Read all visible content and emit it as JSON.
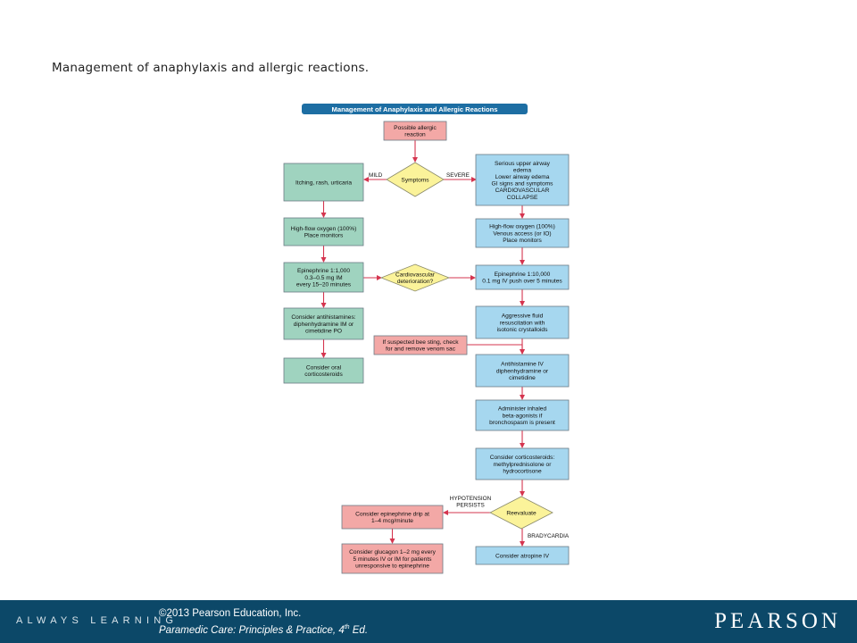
{
  "slide": {
    "title": "Management of anaphylaxis and allergic reactions."
  },
  "diagram": {
    "banner": "Management of Anaphylaxis and Allergic Reactions",
    "colors": {
      "banner": "#1d6ea3",
      "mild_fill": "#9fd3bf",
      "severe_fill": "#a6d7ef",
      "alert_fill": "#f3a8a6",
      "decision_fill": "#fbf39a",
      "arrow": "#d5354f"
    },
    "nodes": [
      {
        "id": "start",
        "shape": "rect",
        "color": "alert",
        "lines": [
          "Possible allergic",
          "reaction"
        ]
      },
      {
        "id": "symptoms",
        "shape": "diamond",
        "color": "decision",
        "lines": [
          "Symptoms"
        ]
      },
      {
        "id": "itching",
        "shape": "rect",
        "color": "mild",
        "lines": [
          "Itching, rash, urticaria"
        ]
      },
      {
        "id": "serious",
        "shape": "rect",
        "color": "severe",
        "lines": [
          "Serious upper airway",
          "edema",
          "Lower airway edema",
          "GI signs and symptoms",
          "CARDIOVASCULAR",
          "COLLAPSE"
        ]
      },
      {
        "id": "mild_oxygen",
        "shape": "rect",
        "color": "mild",
        "lines": [
          "High-flow oxygen (100%)",
          "Place monitors"
        ]
      },
      {
        "id": "severe_oxygen",
        "shape": "rect",
        "color": "severe",
        "lines": [
          "High-flow oxygen (100%)",
          "Venous access (or IO)",
          "Place monitors"
        ]
      },
      {
        "id": "epi_1000",
        "shape": "rect",
        "color": "mild",
        "lines": [
          "Epinephrine 1:1,000",
          "0.3–0.5 mg IM",
          "every 15–20 minutes"
        ]
      },
      {
        "id": "cardio",
        "shape": "diamond",
        "color": "decision",
        "lines": [
          "Cardiovascular",
          "deterioration?"
        ]
      },
      {
        "id": "epi_10000",
        "shape": "rect",
        "color": "severe",
        "lines": [
          "Epinephrine 1:10,000",
          "0.1 mg IV push over 5 minutes"
        ]
      },
      {
        "id": "antihist_mild",
        "shape": "rect",
        "color": "mild",
        "lines": [
          "Consider antihistamines:",
          "diphenhydramine IM or",
          "cimetidine PO"
        ]
      },
      {
        "id": "fluid",
        "shape": "rect",
        "color": "severe",
        "lines": [
          "Aggressive fluid",
          "resuscitation with",
          "isotonic crystalloids"
        ]
      },
      {
        "id": "bee",
        "shape": "rect",
        "color": "alert",
        "lines": [
          "If suspected bee sting, check",
          "for and remove venom sac"
        ]
      },
      {
        "id": "oral_cort",
        "shape": "rect",
        "color": "mild",
        "lines": [
          "Consider oral",
          "corticosteroids"
        ]
      },
      {
        "id": "antihist_iv",
        "shape": "rect",
        "color": "severe",
        "lines": [
          "Antihistamine IV",
          "diphenhydramine or",
          "cimetidine"
        ]
      },
      {
        "id": "beta",
        "shape": "rect",
        "color": "severe",
        "lines": [
          "Administer inhaled",
          "beta-agonists if",
          "bronchospasm is present"
        ]
      },
      {
        "id": "cort",
        "shape": "rect",
        "color": "severe",
        "lines": [
          "Consider corticosteroids:",
          "methylprednisolone or",
          "hydrocortisone"
        ]
      },
      {
        "id": "reevaluate",
        "shape": "diamond",
        "color": "decision",
        "lines": [
          "Reevaluate"
        ]
      },
      {
        "id": "epi_drip",
        "shape": "rect",
        "color": "alert",
        "lines": [
          "Consider epinephrine drip at",
          "1–4 mcg/minute"
        ]
      },
      {
        "id": "glucagon",
        "shape": "rect",
        "color": "alert",
        "lines": [
          "Consider glucagon 1–2 mg every",
          "5 minutes IV or IM for patients",
          "unresponsive to epinephrine"
        ]
      },
      {
        "id": "atropine",
        "shape": "rect",
        "color": "severe",
        "lines": [
          "Consider atropine IV"
        ]
      }
    ],
    "edges": [
      {
        "from": "start",
        "to": "symptoms"
      },
      {
        "from": "symptoms",
        "to": "itching",
        "label": "MILD"
      },
      {
        "from": "symptoms",
        "to": "serious",
        "label": "SEVERE"
      },
      {
        "from": "itching",
        "to": "mild_oxygen"
      },
      {
        "from": "serious",
        "to": "severe_oxygen"
      },
      {
        "from": "mild_oxygen",
        "to": "epi_1000"
      },
      {
        "from": "severe_oxygen",
        "to": "epi_10000"
      },
      {
        "from": "epi_1000",
        "to": "cardio"
      },
      {
        "from": "cardio",
        "to": "epi_10000"
      },
      {
        "from": "epi_1000",
        "to": "antihist_mild"
      },
      {
        "from": "epi_10000",
        "to": "fluid"
      },
      {
        "from": "antihist_mild",
        "to": "oral_cort"
      },
      {
        "from": "fluid",
        "to": "antihist_iv"
      },
      {
        "from": "bee",
        "to": "antihist_iv"
      },
      {
        "from": "antihist_iv",
        "to": "beta"
      },
      {
        "from": "beta",
        "to": "cort"
      },
      {
        "from": "cort",
        "to": "reevaluate"
      },
      {
        "from": "reevaluate",
        "to": "epi_drip",
        "label": [
          "HYPOTENSION",
          "PERSISTS"
        ]
      },
      {
        "from": "epi_drip",
        "to": "glucagon"
      },
      {
        "from": "reevaluate",
        "to": "atropine",
        "label": "BRADYCARDIA"
      }
    ]
  },
  "footer": {
    "tagline": "ALWAYS LEARNING",
    "copyright": "©2013 Pearson Education, Inc.",
    "book_title": "Paramedic Care: Principles & Practice, 4",
    "edition_superscript": "th",
    "edition_suffix": " Ed.",
    "logo": "PEARSON"
  }
}
